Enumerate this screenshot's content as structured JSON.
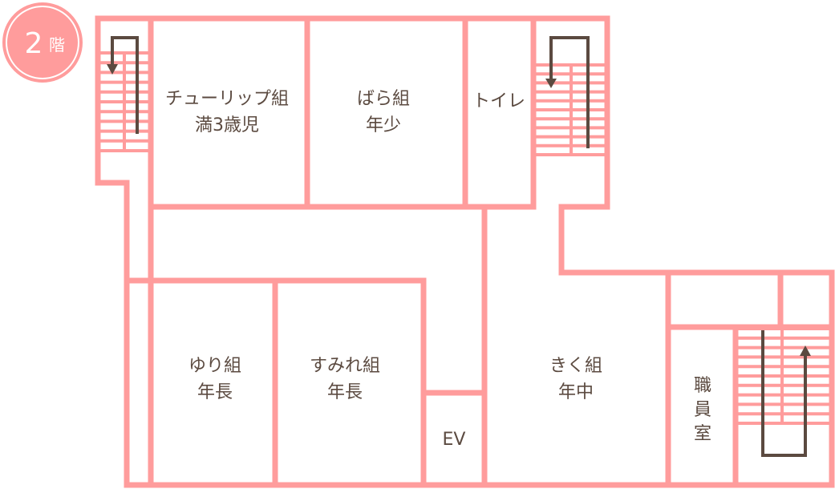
{
  "floor_badge": {
    "number": "2",
    "suffix": "階"
  },
  "rooms": {
    "tulip": {
      "line1": "チューリップ組",
      "line2": "満3歳児"
    },
    "bara": {
      "line1": "ばら組",
      "line2": "年少"
    },
    "toilet": {
      "line1": "トイレ"
    },
    "yuri": {
      "line1": "ゆり組",
      "line2": "年長"
    },
    "sumire": {
      "line1": "すみれ組",
      "line2": "年長"
    },
    "kiku": {
      "line1": "きく組",
      "line2": "年中"
    },
    "ev": {
      "line1": "EV"
    },
    "staff": {
      "c1": "職",
      "c2": "員",
      "c3": "室"
    }
  },
  "colors": {
    "wall": "#ff9c9c",
    "text": "#5b4a40",
    "badge": "#ff9c9c"
  }
}
